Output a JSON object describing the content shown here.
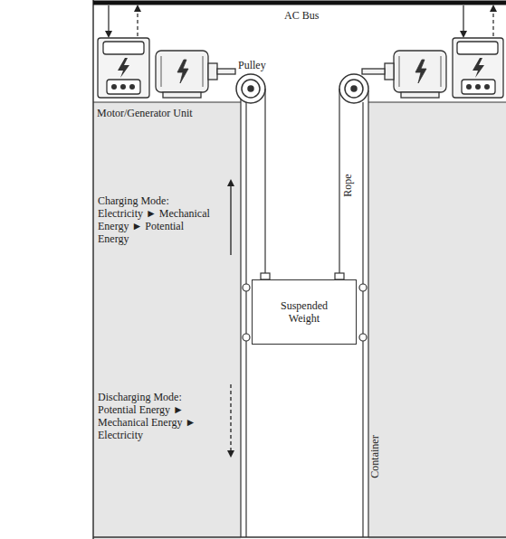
{
  "diagram": {
    "nodes": [
      {
        "text": [
          "Suspended Weight"
        ]
      }
    ],
    "labels": [
      "AC Bus",
      "Pulley",
      "Motor/Generator Unit",
      "Rope",
      "Charging Mode: Electricity ► Mechanical Energy ► Potential Energy",
      "Discharging Mode: Potential Energy ► Mechanical Energy ► Electricity",
      "Container"
    ]
  }
}
